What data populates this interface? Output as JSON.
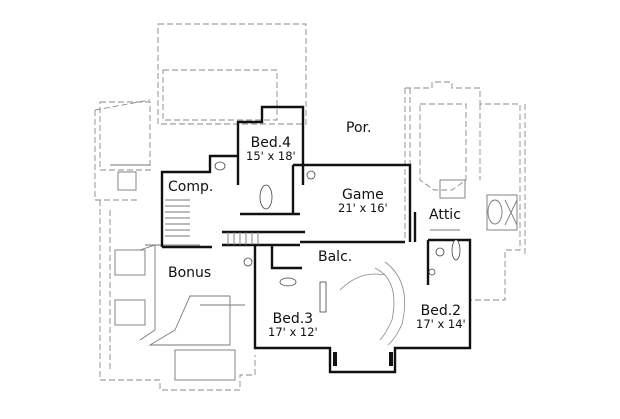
{
  "floor_plan": {
    "title": "",
    "rooms": [
      {
        "id": "por",
        "name": "Por.",
        "dims": ""
      },
      {
        "id": "bed4",
        "name": "Bed.4",
        "dims": "15' x 18'"
      },
      {
        "id": "comp",
        "name": "Comp.",
        "dims": ""
      },
      {
        "id": "game",
        "name": "Game",
        "dims": "21' x 16'"
      },
      {
        "id": "attic",
        "name": "Attic",
        "dims": ""
      },
      {
        "id": "balc",
        "name": "Balc.",
        "dims": ""
      },
      {
        "id": "bonus",
        "name": "Bonus",
        "dims": ""
      },
      {
        "id": "bed3",
        "name": "Bed.3",
        "dims": "17' x 12'"
      },
      {
        "id": "bed2",
        "name": "Bed.2",
        "dims": "17' x 14'"
      }
    ]
  }
}
